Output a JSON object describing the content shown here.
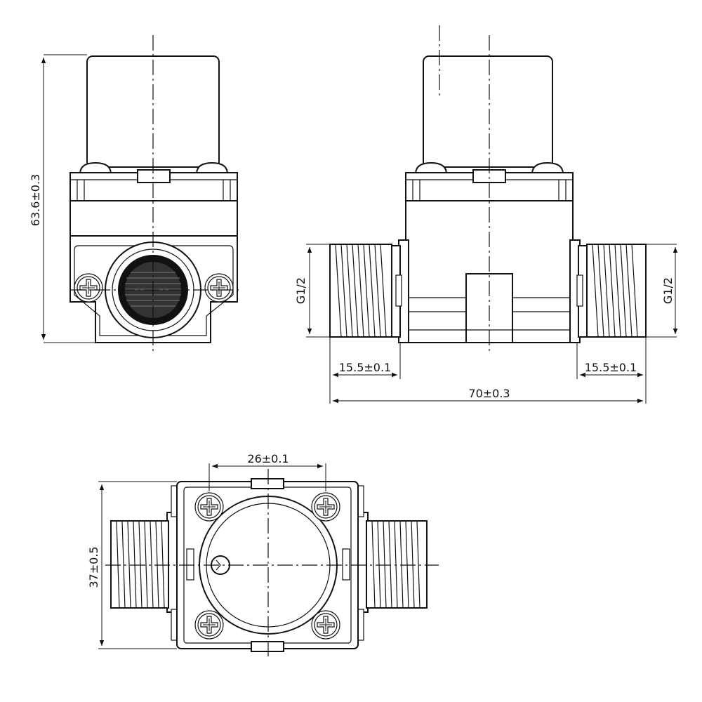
{
  "drawing": {
    "dimensions": {
      "height": "63.6±0.3",
      "thread_left": "G1/2",
      "thread_right": "G1/2",
      "port_length_left": "15.5±0.1",
      "port_length_right": "15.5±0.1",
      "overall_length": "70±0.3",
      "hole_spacing": "26±0.1",
      "body_width": "37±0.5"
    }
  }
}
